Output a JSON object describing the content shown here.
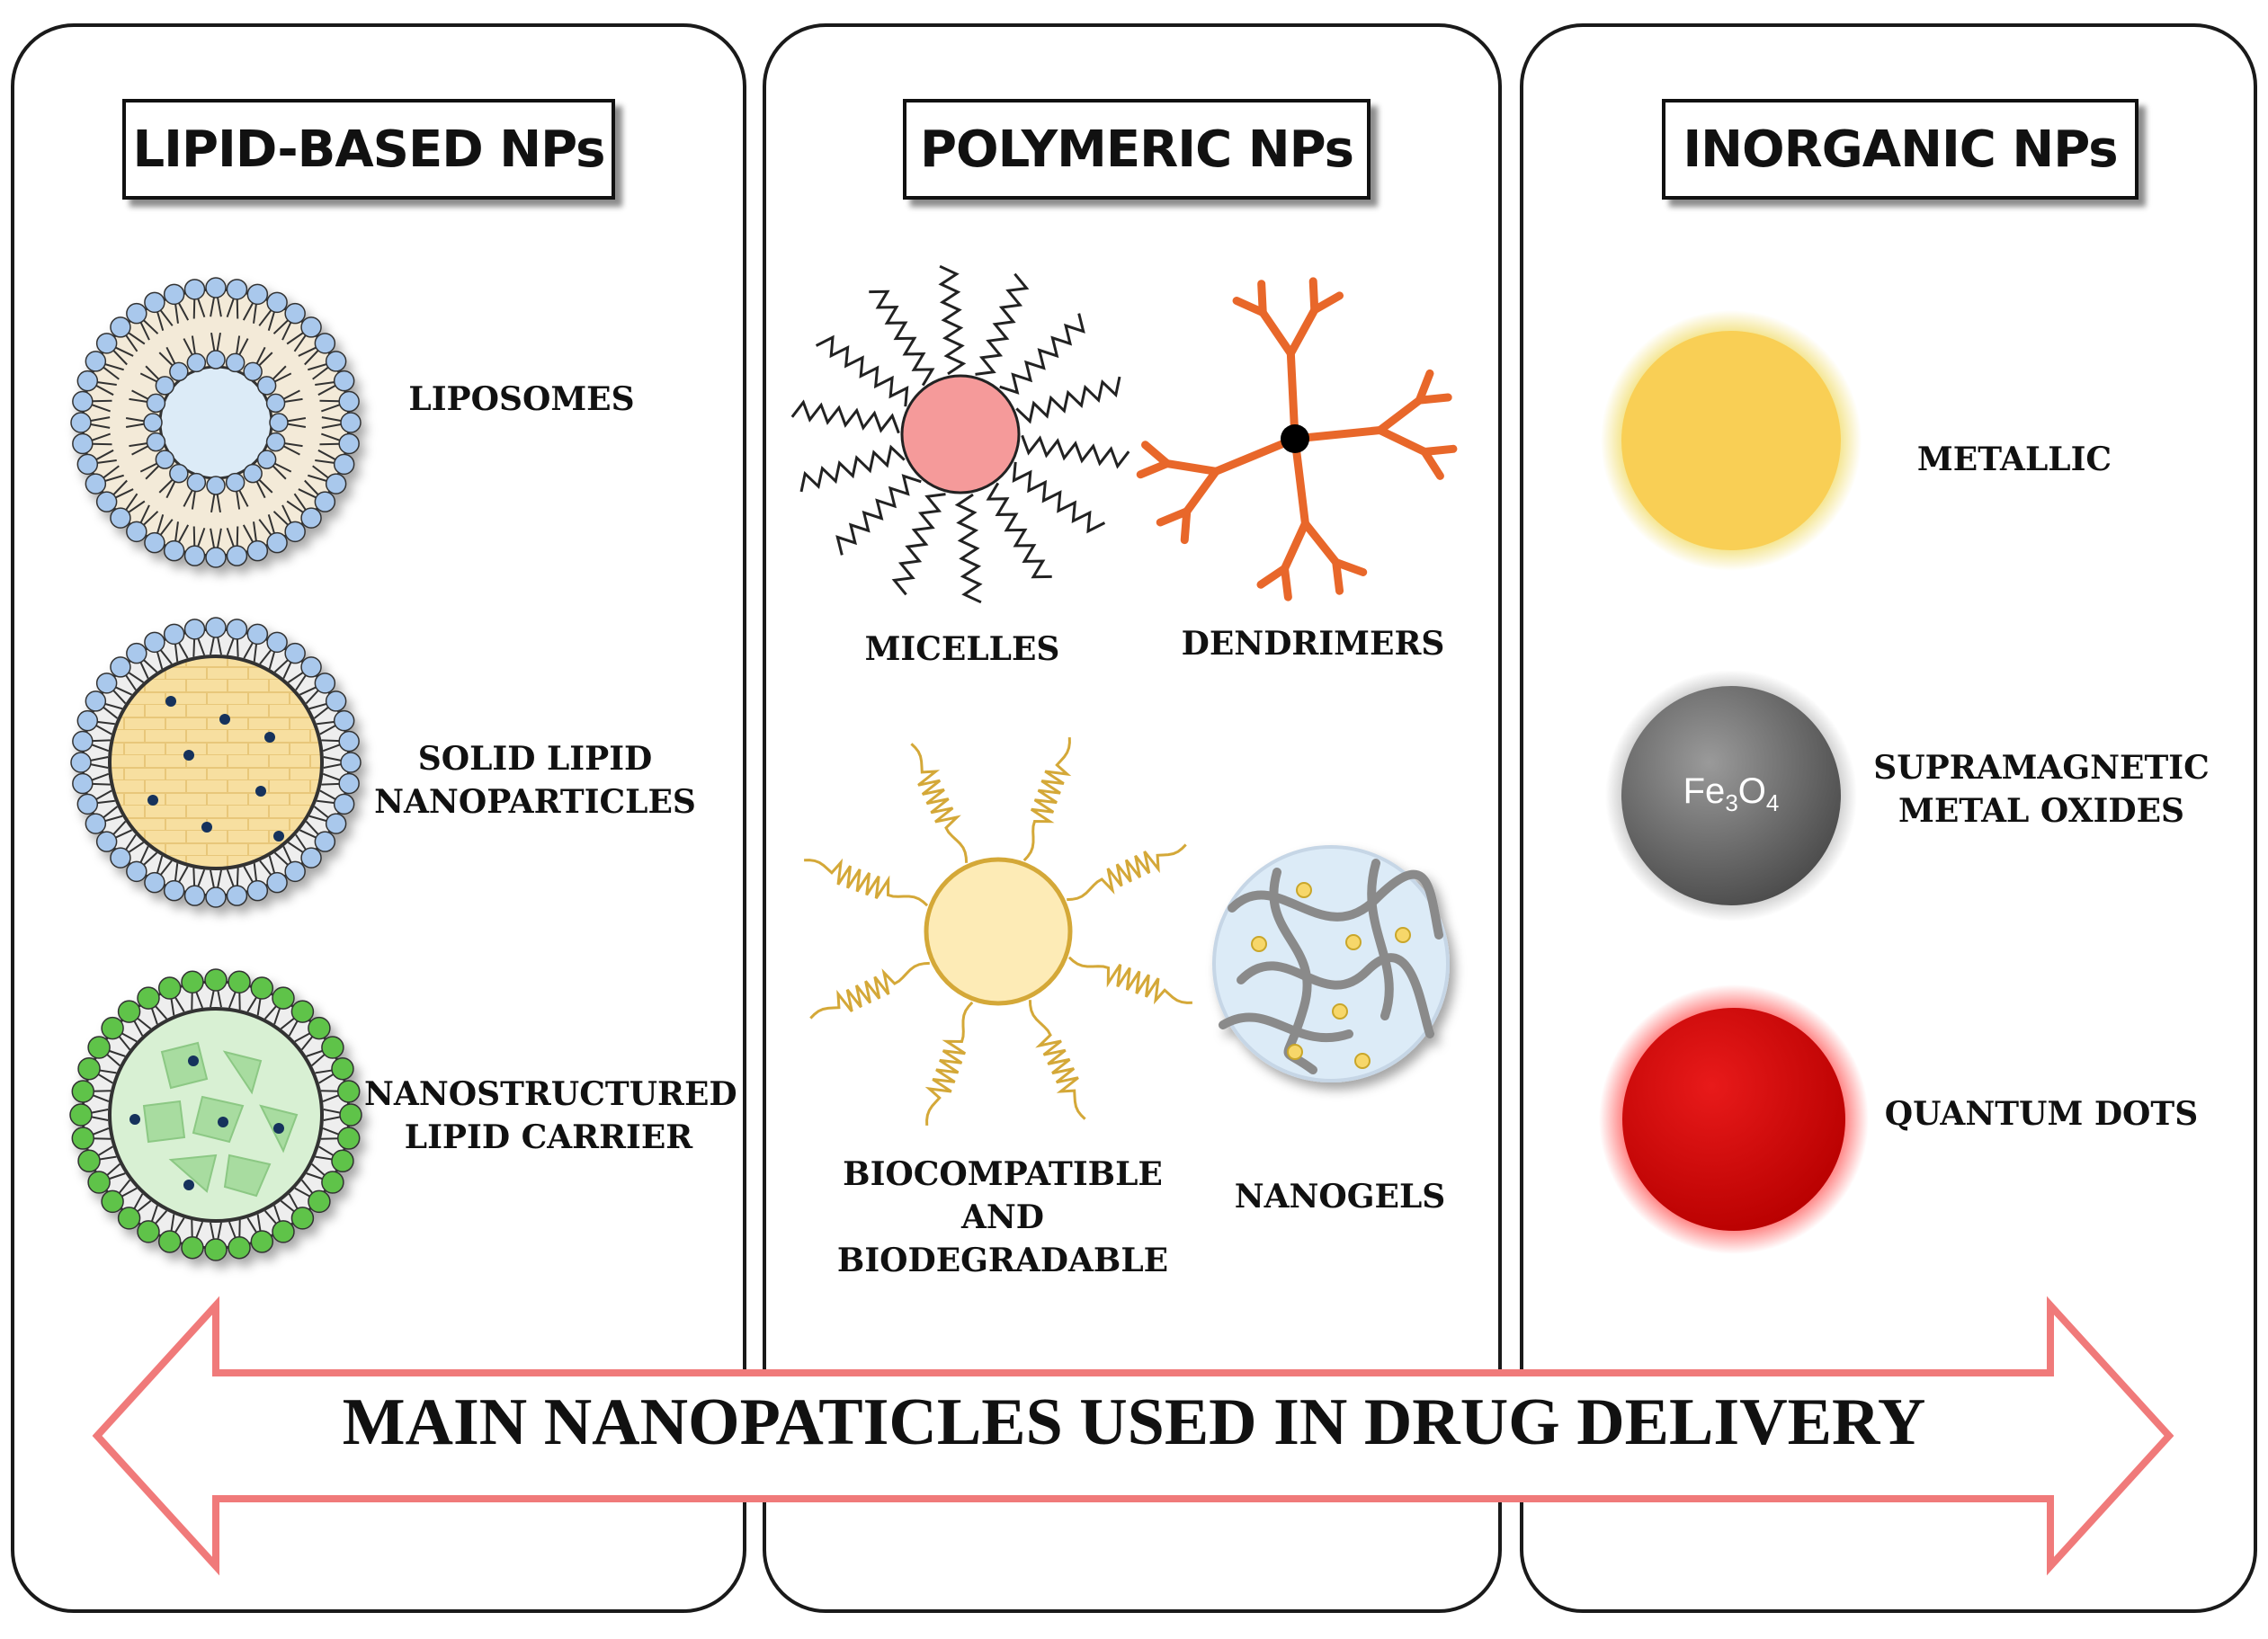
{
  "panels": {
    "lipid": {
      "title": "LIPID-BASED NPs",
      "items": [
        {
          "lines": [
            "LIPOSOMES"
          ]
        },
        {
          "lines": [
            "SOLID LIPID",
            "NANOPARTICLES"
          ]
        },
        {
          "lines": [
            "NANOSTRUCTURED",
            "LIPID CARRIER"
          ]
        }
      ]
    },
    "polymeric": {
      "title": "POLYMERIC NPs",
      "items": [
        {
          "lines": [
            "MICELLES"
          ]
        },
        {
          "lines": [
            "DENDRIMERS"
          ]
        },
        {
          "lines": [
            "BIOCOMPATIBLE",
            "AND",
            "BIODEGRADABLE"
          ]
        },
        {
          "lines": [
            "NANOGELS"
          ]
        }
      ]
    },
    "inorganic": {
      "title": "INORGANIC NPs",
      "items": [
        {
          "lines": [
            "METALLIC"
          ]
        },
        {
          "lines": [
            "SUPRAMAGNETIC",
            "METAL OXIDES"
          ]
        },
        {
          "lines": [
            "QUANTUM DOTS"
          ]
        }
      ],
      "oxide_formula": {
        "element": "Fe",
        "sub1": "3",
        "mid": "O",
        "sub2": "4"
      }
    }
  },
  "banner": "MAIN NANOPATICLES USED IN DRUG DELIVERY",
  "colors": {
    "liposome_head": "#a9c8ec",
    "liposome_core": "#dcebf7",
    "sln_core": "#f7dfa0",
    "nlc_head": "#5fc34a",
    "nlc_core": "#bfe6b8",
    "micelle_core": "#f59a9a",
    "dendrimer": "#e8672a",
    "bio_core": "#fdebb6",
    "bio_chain": "#d4a838",
    "nanogel": "#dcebf7",
    "metallic": "#f9cf55",
    "oxide": "#6a6a6a",
    "quantum": "#d40000",
    "arrow": "#f07a7a"
  }
}
